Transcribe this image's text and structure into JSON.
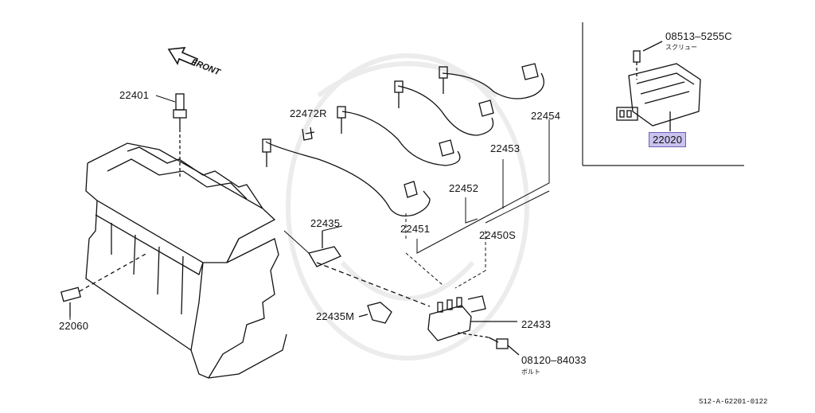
{
  "labels": {
    "front": "FRONT",
    "p22401": "22401",
    "p22472r": "22472R",
    "p22454": "22454",
    "p22453": "22453",
    "p22452": "22452",
    "p22451": "22451",
    "p22450s": "22450S",
    "p22435": "22435",
    "p22435m": "22435M",
    "p22433": "22433",
    "p22060": "22060",
    "p08120": "08120–84033",
    "p08120_sub": "ボルト",
    "p08513": "08513–5255C",
    "p08513_sub": "スクリュー",
    "p22020": "22020",
    "ref_code": "S12-A-G2201-0122"
  },
  "highlight_color": "#c9c3ee"
}
